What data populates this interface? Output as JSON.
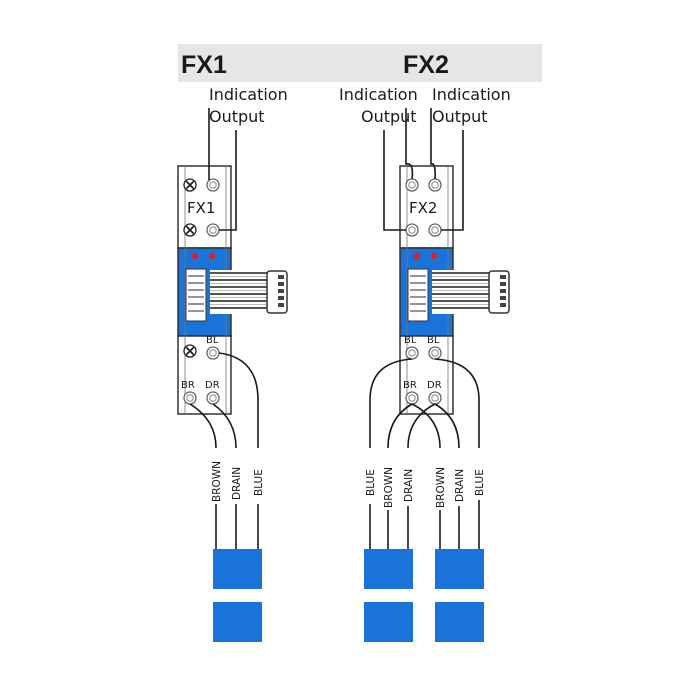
{
  "header": {
    "fx1_title": "FX1",
    "fx2_title": "FX2"
  },
  "labels": {
    "indication": "Indication",
    "output": "Output"
  },
  "modules": {
    "fx1_label": "FX1",
    "fx2_label": "FX2"
  },
  "terminals": {
    "bl": "BL",
    "br": "BR",
    "dr": "DR"
  },
  "wires": {
    "blue": "BLUE",
    "brown": "BROWN",
    "drain": "DRAIN"
  },
  "colors": {
    "header_band": "#e6e6e6",
    "module_blue": "#1a73d8",
    "led_red": "#e02020",
    "cable_block_blue": "#1a73d8"
  },
  "icons": {
    "terminal_screw": "circle-cross-icon",
    "terminal_round": "circle-icon"
  }
}
